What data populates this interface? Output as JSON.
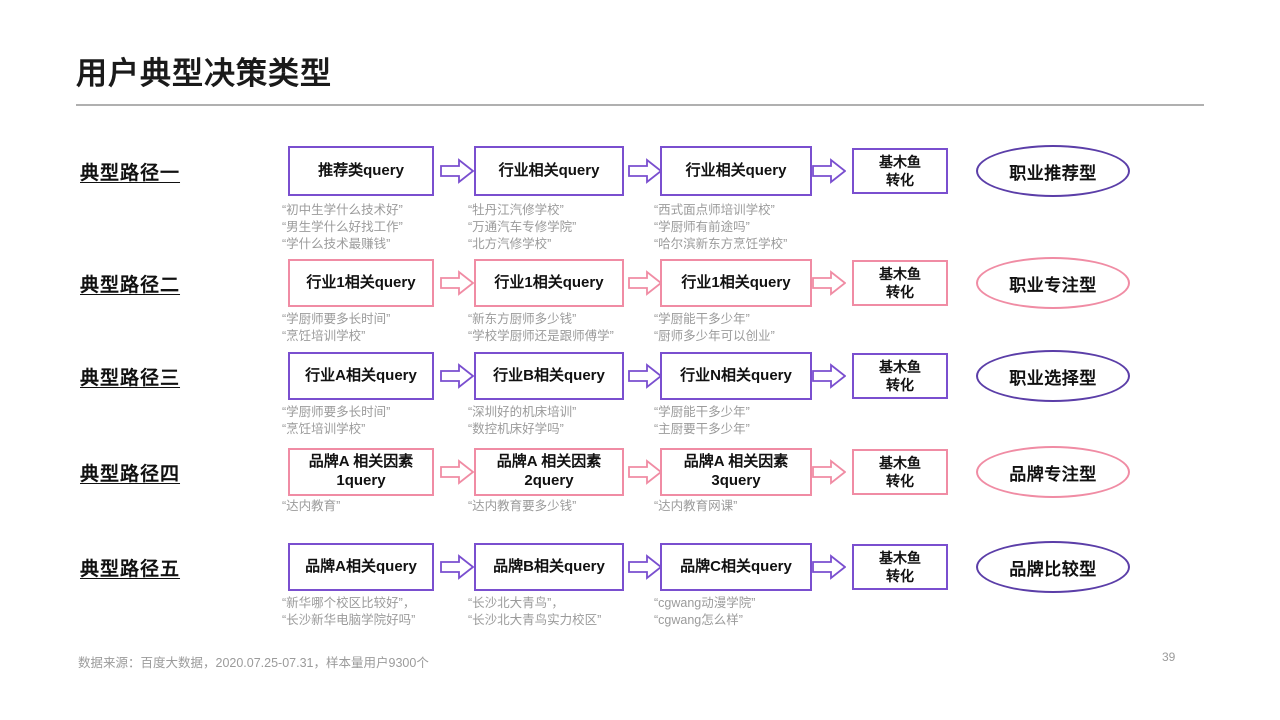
{
  "slide": {
    "title": "用户典型决策类型",
    "page_number": "39",
    "footnote": "数据来源：百度大数据，2020.07.25-07.31，样本量用户9300个"
  },
  "colors": {
    "purple": "#7a4fcf",
    "purple_dark": "#5b3ea8",
    "pink": "#f08ca4",
    "subtext_gray": "#9b9b9b",
    "rule_gray": "#b0b0b0"
  },
  "icons": {
    "arrow": "right-block-arrow-icon"
  },
  "rows": [
    {
      "label": "典型路径一",
      "accent": "purple",
      "stages": [
        {
          "title": "推荐类query",
          "examples": "“初中生学什么技术好”\n“男生学什么好找工作”\n“学什么技术最赚钱”"
        },
        {
          "title": "行业相关query",
          "examples": "“牡丹江汽修学校”\n“万通汽车专修学院”\n“北方汽修学校”"
        },
        {
          "title": "行业相关query",
          "examples": "“西式面点师培训学校”\n“学厨师有前途吗”\n“哈尔滨新东方烹饪学校”"
        }
      ],
      "conversion": "基木鱼\n转化",
      "result": "职业推荐型"
    },
    {
      "label": "典型路径二",
      "accent": "pink",
      "stages": [
        {
          "title": "行业1相关query",
          "examples": "“学厨师要多长时间”\n“烹饪培训学校”"
        },
        {
          "title": "行业1相关query",
          "examples": "“新东方厨师多少钱”\n“学校学厨师还是跟师傅学”"
        },
        {
          "title": "行业1相关query",
          "examples": "“学厨能干多少年”\n“厨师多少年可以创业”"
        }
      ],
      "conversion": "基木鱼\n转化",
      "result": "职业专注型"
    },
    {
      "label": "典型路径三",
      "accent": "purple",
      "stages": [
        {
          "title": "行业A相关query",
          "examples": "“学厨师要多长时间”\n“烹饪培训学校”"
        },
        {
          "title": "行业B相关query",
          "examples": "“深圳好的机床培训”\n“数控机床好学吗”"
        },
        {
          "title": "行业N相关query",
          "examples": "“学厨能干多少年”\n“主厨要干多少年”"
        }
      ],
      "conversion": "基木鱼\n转化",
      "result": "职业选择型"
    },
    {
      "label": "典型路径四",
      "accent": "pink",
      "stages": [
        {
          "title": "品牌A 相关因素\n1query",
          "examples": "“达内教育”"
        },
        {
          "title": "品牌A 相关因素\n2query",
          "examples": "“达内教育要多少钱”"
        },
        {
          "title": "品牌A 相关因素\n3query",
          "examples": "“达内教育网课”"
        }
      ],
      "conversion": "基木鱼\n转化",
      "result": "品牌专注型"
    },
    {
      "label": "典型路径五",
      "accent": "purple",
      "stages": [
        {
          "title": "品牌A相关query",
          "examples": "“新华哪个校区比较好”，\n“长沙新华电脑学院好吗”"
        },
        {
          "title": "品牌B相关query",
          "examples": "“长沙北大青鸟”，\n“长沙北大青鸟实力校区”"
        },
        {
          "title": "品牌C相关query",
          "examples": "“cgwang动漫学院”\n“cgwang怎么样”"
        }
      ],
      "conversion": "基木鱼\n转化",
      "result": "品牌比较型"
    }
  ]
}
